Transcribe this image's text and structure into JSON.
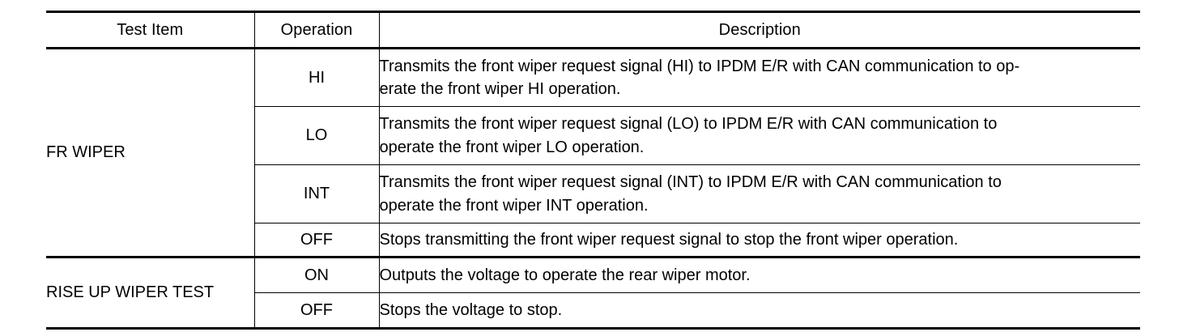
{
  "table": {
    "headers": {
      "test_item": "Test Item",
      "operation": "Operation",
      "description": "Description"
    },
    "groups": [
      {
        "test_item": "FR WIPER",
        "rows": [
          {
            "operation": "HI",
            "description_lines": [
              "Transmits the front wiper request signal (HI) to IPDM E/R with CAN communication to op-",
              "erate the front wiper HI operation."
            ]
          },
          {
            "operation": "LO",
            "description_lines": [
              "Transmits the front wiper request signal (LO) to IPDM E/R with CAN communication to",
              "operate the front wiper LO operation."
            ]
          },
          {
            "operation": "INT",
            "description_lines": [
              "Transmits the front wiper request signal (INT) to IPDM E/R with CAN communication to",
              "operate the front wiper INT operation."
            ]
          },
          {
            "operation": "OFF",
            "description_lines": [
              "Stops transmitting the front wiper request signal to stop the front wiper operation."
            ]
          }
        ]
      },
      {
        "test_item": "RISE UP WIPER TEST",
        "test_item_lines": [
          "RISE UP WIPER",
          "TEST"
        ],
        "rows": [
          {
            "operation": "ON",
            "description_lines": [
              "Outputs the voltage to operate the rear wiper motor."
            ]
          },
          {
            "operation": "OFF",
            "description_lines": [
              "Stops the voltage to stop."
            ]
          }
        ]
      }
    ]
  },
  "colors": {
    "ink": "#000000",
    "page": "#ffffff"
  }
}
